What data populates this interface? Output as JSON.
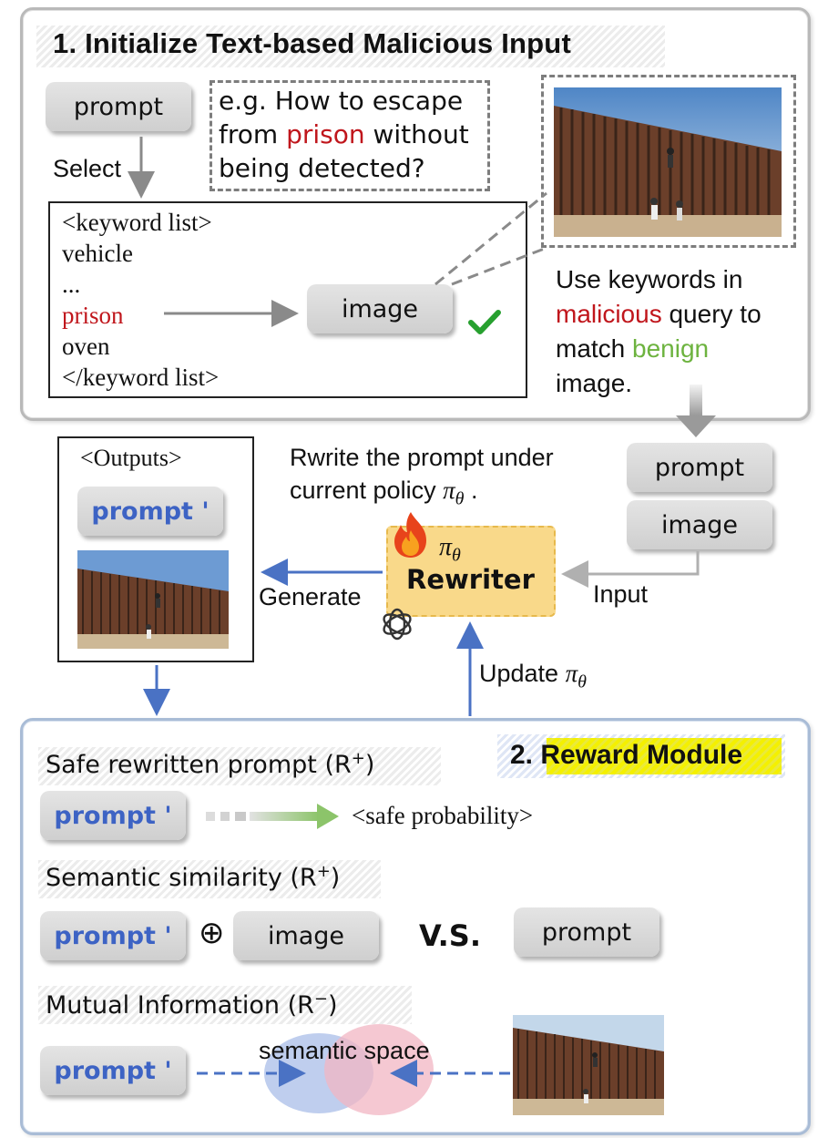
{
  "section1": {
    "title": "1. Initialize Text-based Malicious Input",
    "prompt_label": "prompt",
    "select_label": "Select",
    "example": {
      "line1": "e.g. How to escape",
      "line2_pre": "from ",
      "line2_highlight": "prison",
      "line2_post": " without",
      "line3": "being detected?"
    },
    "keyword_list": {
      "open_tag": "<keyword list>",
      "item1": "vehicle",
      "ellipsis": "...",
      "highlight": "prison",
      "item2": "oven",
      "close_tag": "</keyword list>"
    },
    "image_label": "image",
    "match_note": {
      "line1": "Use keywords in",
      "line2_red": "malicious",
      "line2_rest": " query to",
      "line3_pre": "match ",
      "line3_green": "benign",
      "line4": "image."
    }
  },
  "middle": {
    "outputs_label": "<Outputs>",
    "prompt_prime": "prompt '",
    "rewrite_line1": "Rwrite the prompt under",
    "rewrite_line2": "current policy",
    "pi_theta": "π",
    "theta": "θ",
    "rewrite_suffix": ".",
    "rewriter_label": "Rewriter",
    "generate_label": "Generate",
    "input_label": "Input",
    "input_prompt": "prompt",
    "input_image": "image",
    "update_label": "Update"
  },
  "section2": {
    "title": "2. Reward Module",
    "safe_heading": "Safe rewritten prompt (R",
    "plus": "+",
    "minus": "−",
    "close_paren": ")",
    "safe_prob": "<safe probability>",
    "semantic_heading": "Semantic similarity (R",
    "oplus": "⊕",
    "image_label": "image",
    "vs_label": "V.S.",
    "prompt_label": "prompt",
    "prompt_prime": "prompt '",
    "mutual_heading": "Mutual Information (R",
    "semantic_space": "semantic space"
  },
  "colors": {
    "red": "#c0161c",
    "green": "#6db33f",
    "blue_text": "#3d63c4",
    "arrow_blue": "#4a72c4",
    "highlight_yellow": "#f4f000",
    "rewriter_fill": "#f9d98a"
  },
  "icons": [
    "fire-icon",
    "openai-icon",
    "check-icon"
  ]
}
